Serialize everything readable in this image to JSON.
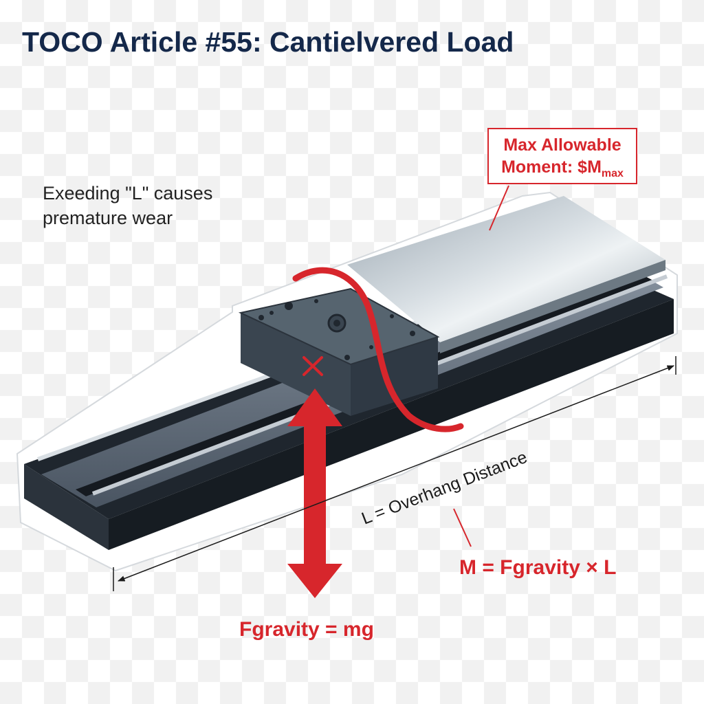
{
  "title": "TOCO Article #55: Cantielvered Load",
  "note": "Exeeding \"L\" causes premature wear",
  "callout": {
    "line1": "Max Allowable",
    "line2_prefix": "Moment: $M",
    "line2_sub": "max"
  },
  "labels": {
    "overhang": "L = Overhang Distance",
    "moment_formula": "M = Fgravity × L",
    "gravity_formula": "Fgravity = mg"
  },
  "colors": {
    "accent_red": "#d7262c",
    "title_navy": "#14284a",
    "rail_dark": "#2d3641",
    "carriage": "#4e5c6b",
    "plate_steel": "#b7c1c9"
  }
}
